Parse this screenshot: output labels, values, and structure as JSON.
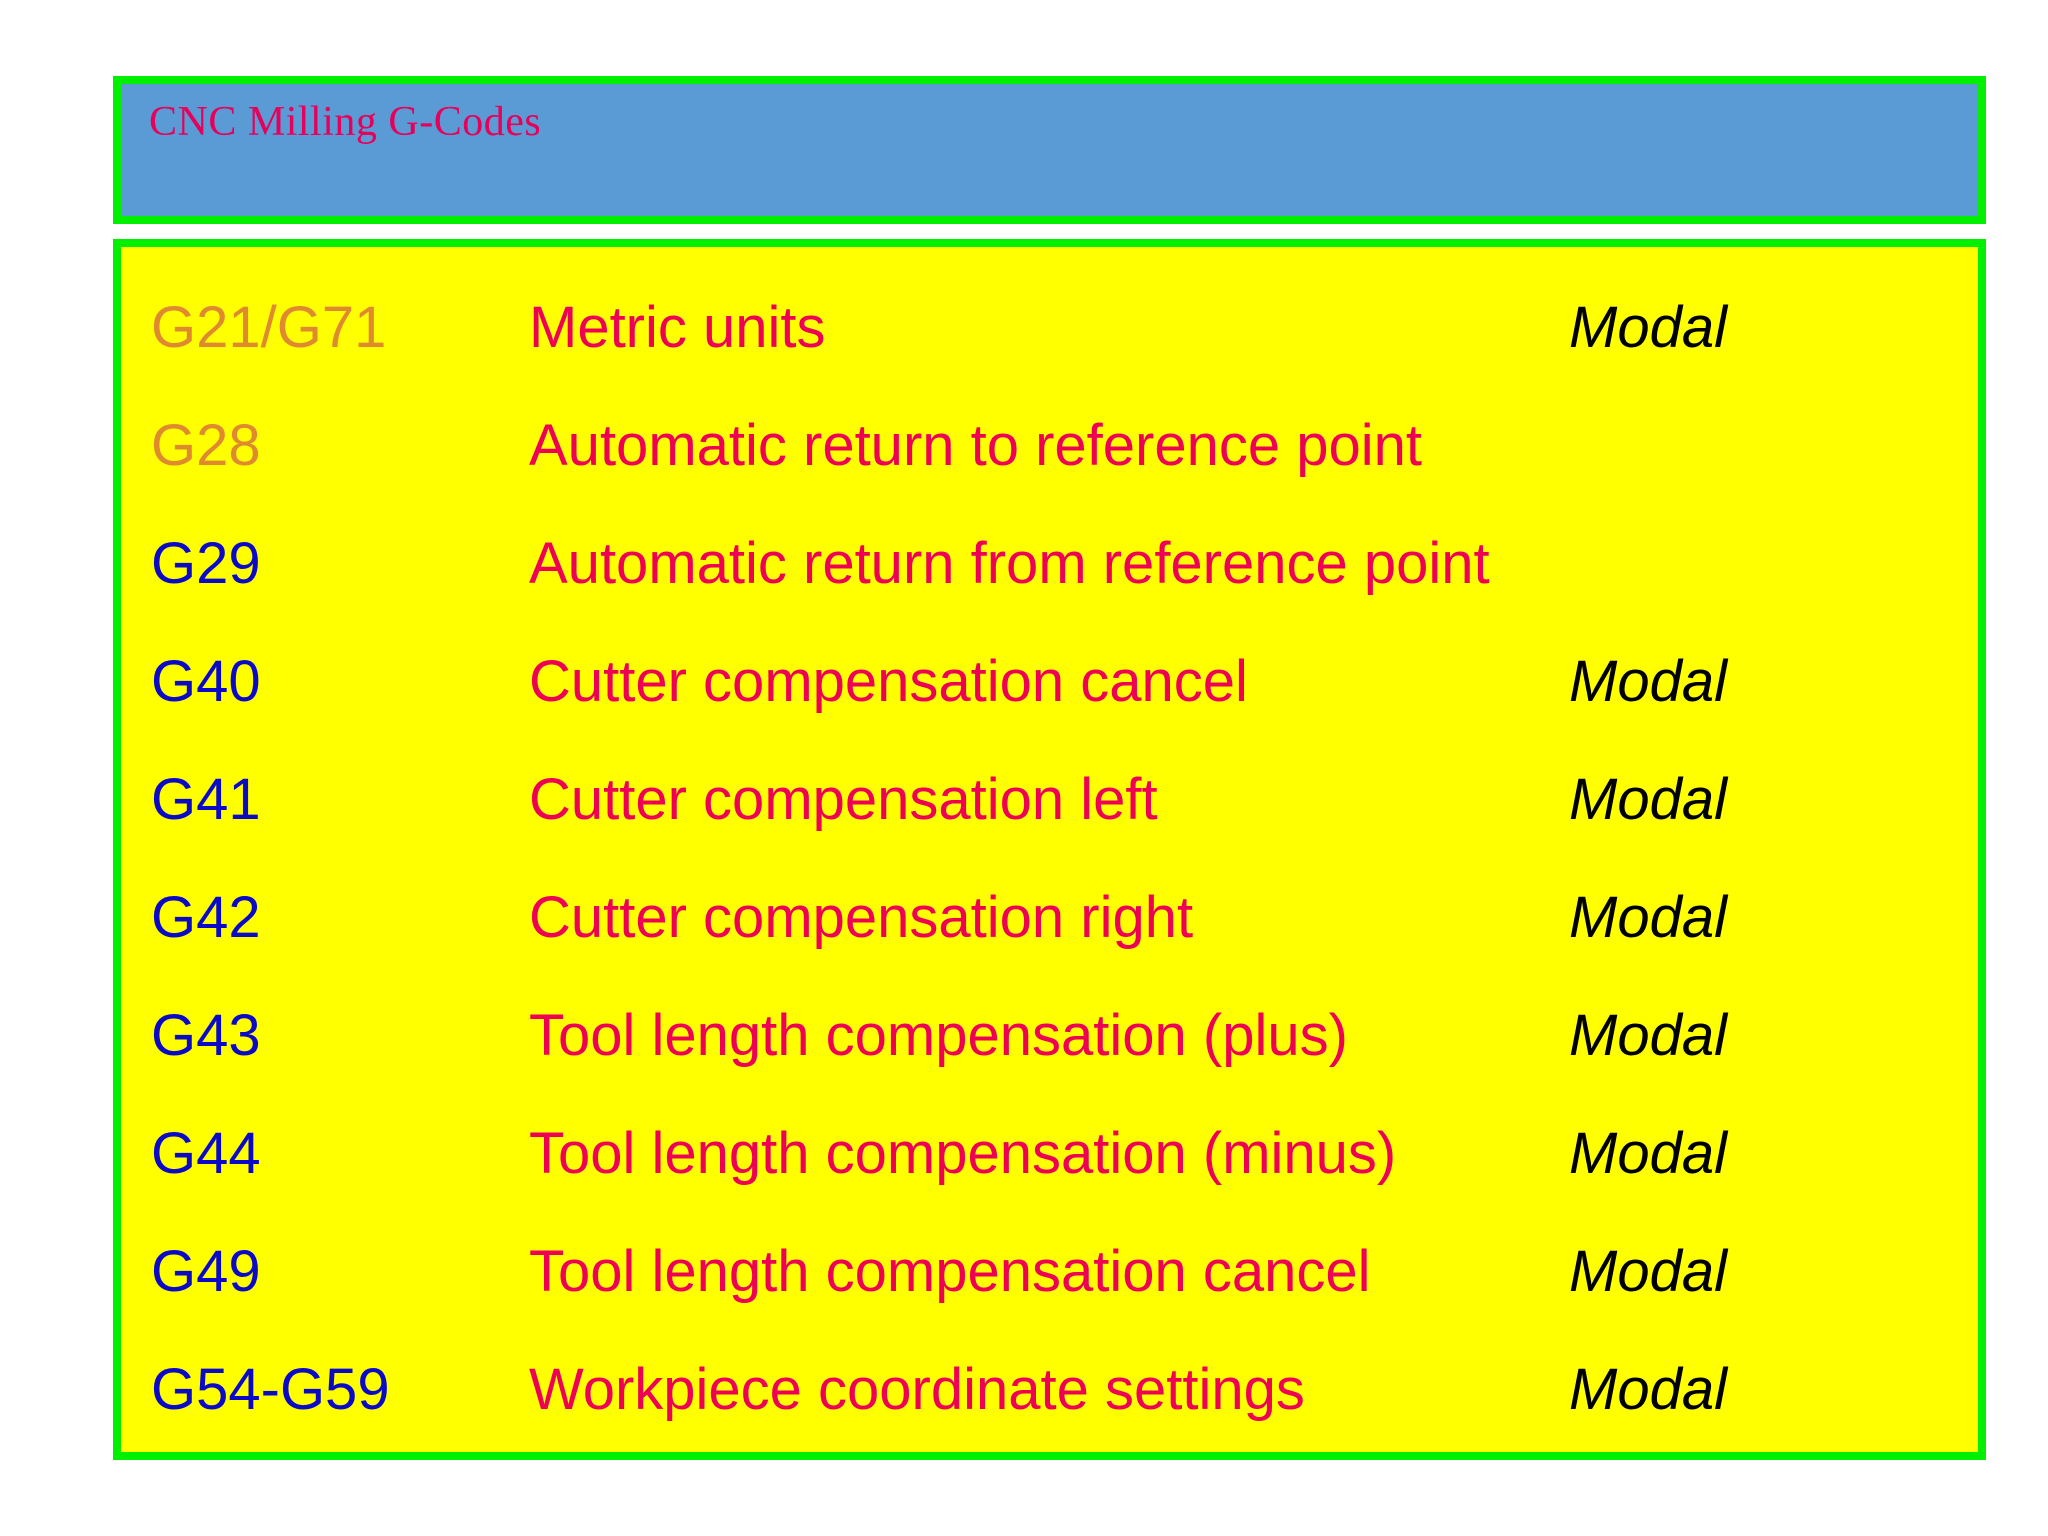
{
  "slide": {
    "title": "CNC Milling G-Codes",
    "colors": {
      "banner_background": "#5B9BD5",
      "panel_background": "#FFFF00",
      "border_green": "#00F000",
      "title_crimson": "#E6005C",
      "description_crimson": "#EE0055",
      "code_orange": "#E08A30",
      "code_blue": "#0A09C8",
      "modal_black": "#000000",
      "page_background": "#FFFFFF"
    }
  },
  "table": {
    "rows": [
      {
        "code": "G21/G71",
        "code_tone": "orange",
        "description": "Metric units",
        "modal": "Modal"
      },
      {
        "code": "G28",
        "code_tone": "orange",
        "description": "Automatic return to reference point",
        "modal": ""
      },
      {
        "code": "G29",
        "code_tone": "blue",
        "description": "Automatic return from reference point",
        "modal": ""
      },
      {
        "code": "G40",
        "code_tone": "blue",
        "description": "Cutter compensation cancel",
        "modal": "Modal"
      },
      {
        "code": "G41",
        "code_tone": "blue",
        "description": "Cutter compensation left",
        "modal": "Modal"
      },
      {
        "code": "G42",
        "code_tone": "blue",
        "description": "Cutter compensation right",
        "modal": "Modal"
      },
      {
        "code": "G43",
        "code_tone": "blue",
        "description": "Tool length compensation (plus)",
        "modal": "Modal"
      },
      {
        "code": "G44",
        "code_tone": "blue",
        "description": "Tool length compensation (minus)",
        "modal": "Modal"
      },
      {
        "code": "G49",
        "code_tone": "blue",
        "description": "Tool length compensation cancel",
        "modal": "Modal"
      },
      {
        "code": "G54-G59",
        "code_tone": "blue",
        "description": "Workpiece coordinate settings",
        "modal": "Modal"
      }
    ]
  }
}
